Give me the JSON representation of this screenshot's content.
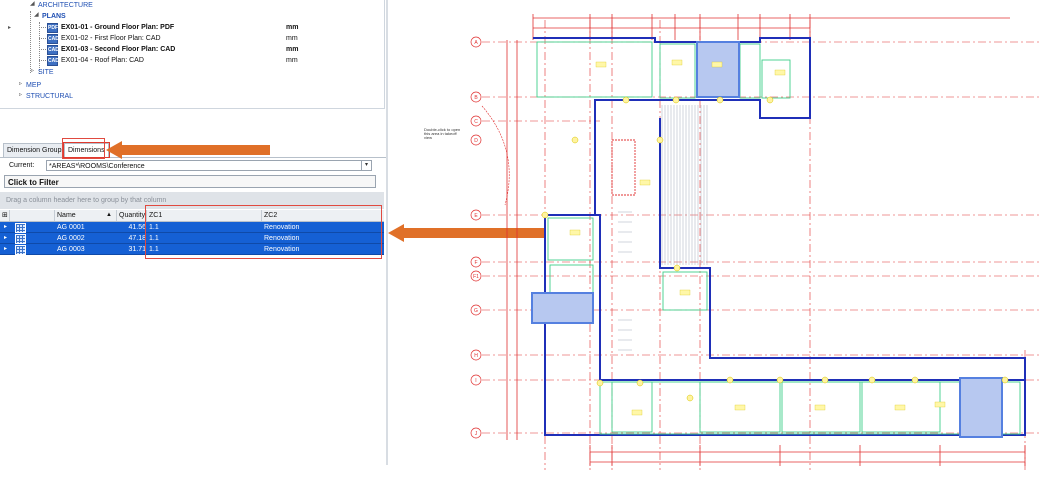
{
  "tree": {
    "architecture": "ARCHITECTURE",
    "plans": "PLANS",
    "files": [
      {
        "name": "EX01-01 - Ground Floor Plan: PDF",
        "unit": "mm",
        "bold": true,
        "icon_text": "PDF"
      },
      {
        "name": "EX01-02 - First Floor Plan: CAD",
        "unit": "mm",
        "bold": false,
        "icon_text": "CAD"
      },
      {
        "name": "EX01-03 - Second Floor Plan: CAD",
        "unit": "mm",
        "bold": true,
        "icon_text": "CAD"
      },
      {
        "name": "EX01-04 - Roof Plan: CAD",
        "unit": "mm",
        "bold": false,
        "icon_text": "CAD"
      }
    ],
    "site": "SITE",
    "mep": "MEP",
    "structural": "STRUCTURAL"
  },
  "tabs": {
    "dimension_groups": "Dimension Groups",
    "dimensions": "Dimensions"
  },
  "current": {
    "label": "Current:",
    "value": "*AREAS*\\ROOMS\\Conference"
  },
  "filter": {
    "label": "Click to Filter"
  },
  "group_hint": "Drag a column header here to group by that column",
  "grid": {
    "columns": [
      "Name",
      "Quantity",
      "ZC1",
      "ZC2"
    ],
    "rows": [
      {
        "name": "AG 0001",
        "quantity": "41.56",
        "zc1": "1.1",
        "zc2": "Renovation"
      },
      {
        "name": "AG 0002",
        "quantity": "47.18",
        "zc1": "1.1",
        "zc2": "Renovation"
      },
      {
        "name": "AG 0003",
        "quantity": "31.71",
        "zc1": "1.1",
        "zc2": "Renovation"
      }
    ]
  },
  "plan": {
    "grid_labels": [
      "A",
      "B",
      "C",
      "D",
      "E",
      "F",
      "F1",
      "G",
      "H",
      "I",
      "J"
    ],
    "tooltip": "Double-click to open this area in takeoff view",
    "colors": {
      "wall": "#1f2fb8",
      "room_outline": "#3fcf8a",
      "dimension": "#e03030",
      "highlight": "#6f93e0",
      "label": "#d8c400"
    }
  }
}
